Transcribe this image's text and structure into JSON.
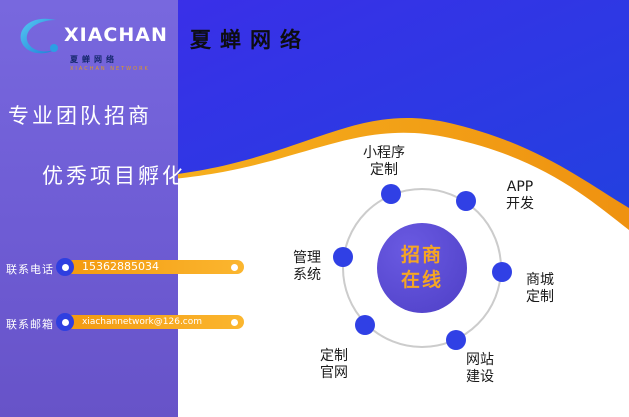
{
  "brand": {
    "logo_text": "XIACHAN",
    "logo_sub_cn": "夏蝉网络",
    "logo_sub_en": "XIACHAN NETWORK",
    "title": "夏蝉网络"
  },
  "hero": {
    "line1": "专业团队招商",
    "line2": "优秀项目孵化"
  },
  "contact": {
    "phone_label": "联系电话",
    "phone_value": "15362885034",
    "email_label": "联系邮箱",
    "email_value": "xiachannetwork@126.com"
  },
  "diagram": {
    "center_label": "招商\n在线",
    "nodes": [
      {
        "label": "小程序\n定制"
      },
      {
        "label": "APP\n开发"
      },
      {
        "label": "商城\n定制"
      },
      {
        "label": "网站\n建设"
      },
      {
        "label": "定制\n官网"
      },
      {
        "label": "管理\n系统"
      }
    ]
  },
  "colors": {
    "panel_purple": "#6e5cd4",
    "wave_blue": "#2b36df",
    "accent_orange": "#f5a623",
    "logo_blue": "#35aee8",
    "dot_blue": "#3040e5",
    "center_purple": "#5547cc"
  }
}
